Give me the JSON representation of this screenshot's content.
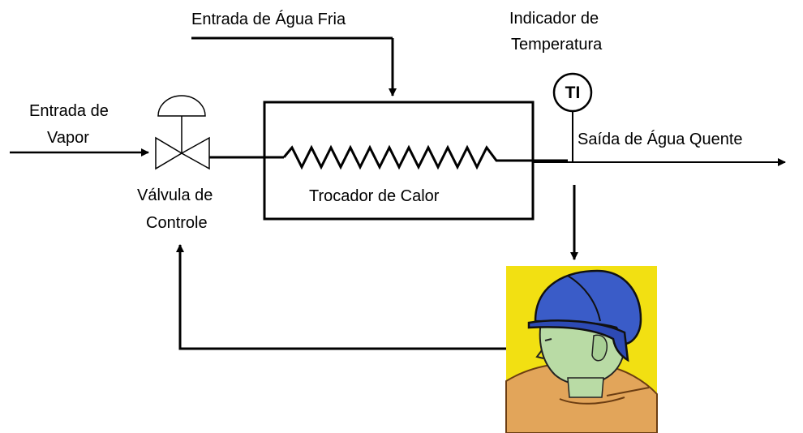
{
  "labels": {
    "cold_water_inlet": "Entrada de Água Fria",
    "temperature_indicator_line1": "Indicador de",
    "temperature_indicator_line2": "Temperatura",
    "steam_inlet_line1": "Entrada de",
    "steam_inlet_line2": "Vapor",
    "hot_water_outlet": "Saída de Água Quente",
    "control_valve_line1": "Válvula de",
    "control_valve_line2": "Controle",
    "heat_exchanger": "Trocador de Calor",
    "instrument_tag": "TI"
  },
  "colors": {
    "line": "#000000",
    "helmet": "#3a5cc8",
    "operator_background": "#f2e012",
    "skin": "#b9dba5",
    "jacket": "#e2a55a"
  }
}
